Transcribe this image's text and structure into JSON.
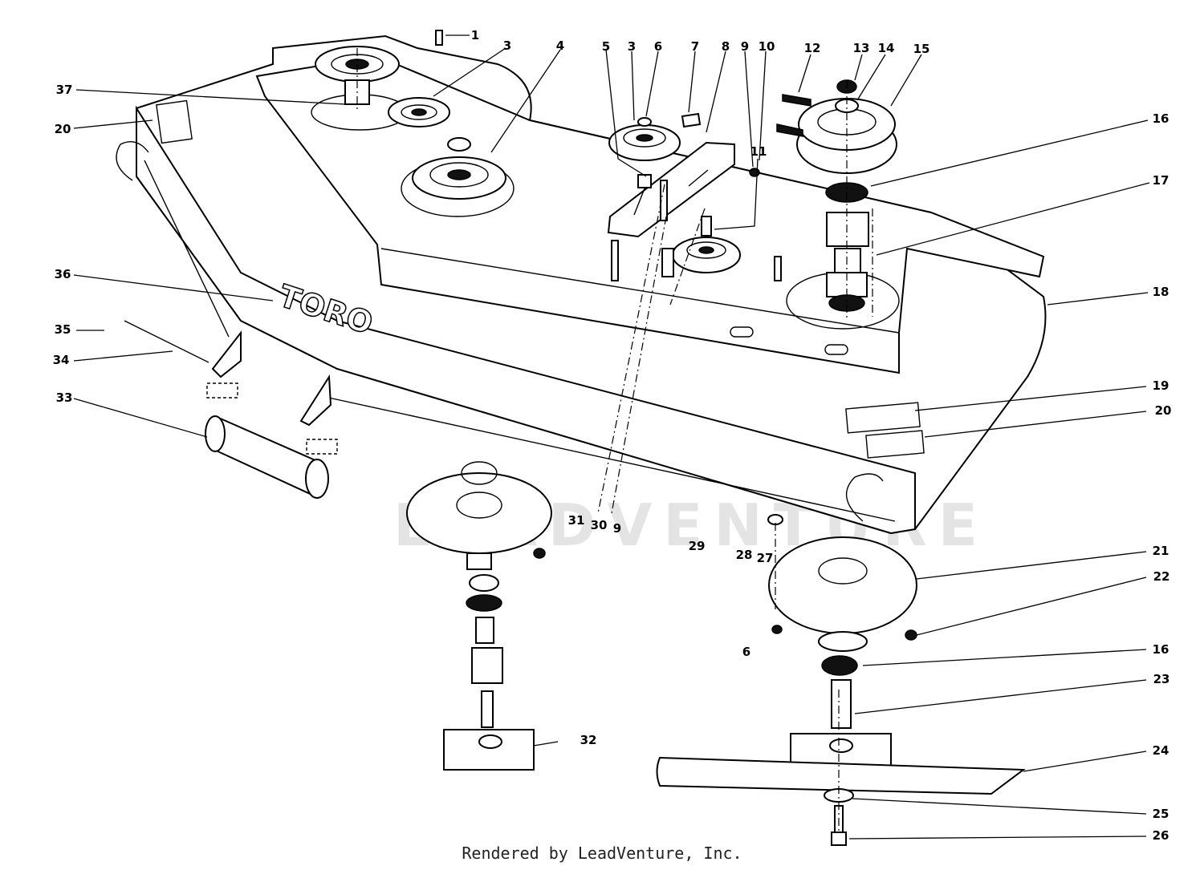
{
  "diagram": {
    "brand_text": "TORO",
    "watermark": "LEADVENTURE",
    "footer": "Rendered by LeadVenture, Inc.",
    "callouts": [
      {
        "id": "c1",
        "label": "1"
      },
      {
        "id": "c3a",
        "label": "3"
      },
      {
        "id": "c4",
        "label": "4"
      },
      {
        "id": "c5",
        "label": "5"
      },
      {
        "id": "c3b",
        "label": "3"
      },
      {
        "id": "c6a",
        "label": "6"
      },
      {
        "id": "c7",
        "label": "7"
      },
      {
        "id": "c8",
        "label": "8"
      },
      {
        "id": "c9a",
        "label": "9"
      },
      {
        "id": "c10",
        "label": "10"
      },
      {
        "id": "c12",
        "label": "12"
      },
      {
        "id": "c13",
        "label": "13"
      },
      {
        "id": "c14",
        "label": "14"
      },
      {
        "id": "c15",
        "label": "15"
      },
      {
        "id": "c16a",
        "label": "16"
      },
      {
        "id": "c17",
        "label": "17"
      },
      {
        "id": "c11",
        "label": "11"
      },
      {
        "id": "c18",
        "label": "18"
      },
      {
        "id": "c19",
        "label": "19"
      },
      {
        "id": "c20a",
        "label": "20"
      },
      {
        "id": "c21",
        "label": "21"
      },
      {
        "id": "c22",
        "label": "22"
      },
      {
        "id": "c16b",
        "label": "16"
      },
      {
        "id": "c23",
        "label": "23"
      },
      {
        "id": "c24",
        "label": "24"
      },
      {
        "id": "c25",
        "label": "25"
      },
      {
        "id": "c26",
        "label": "26"
      },
      {
        "id": "c37",
        "label": "37"
      },
      {
        "id": "c20b",
        "label": "20"
      },
      {
        "id": "c36",
        "label": "36"
      },
      {
        "id": "c35",
        "label": "35"
      },
      {
        "id": "c34",
        "label": "34"
      },
      {
        "id": "c33",
        "label": "33"
      },
      {
        "id": "c31",
        "label": "31"
      },
      {
        "id": "c30",
        "label": "30"
      },
      {
        "id": "c9b",
        "label": "9"
      },
      {
        "id": "c29",
        "label": "29"
      },
      {
        "id": "c28",
        "label": "28"
      },
      {
        "id": "c27",
        "label": "27"
      },
      {
        "id": "c6b",
        "label": "6"
      },
      {
        "id": "c32",
        "label": "32"
      }
    ]
  }
}
